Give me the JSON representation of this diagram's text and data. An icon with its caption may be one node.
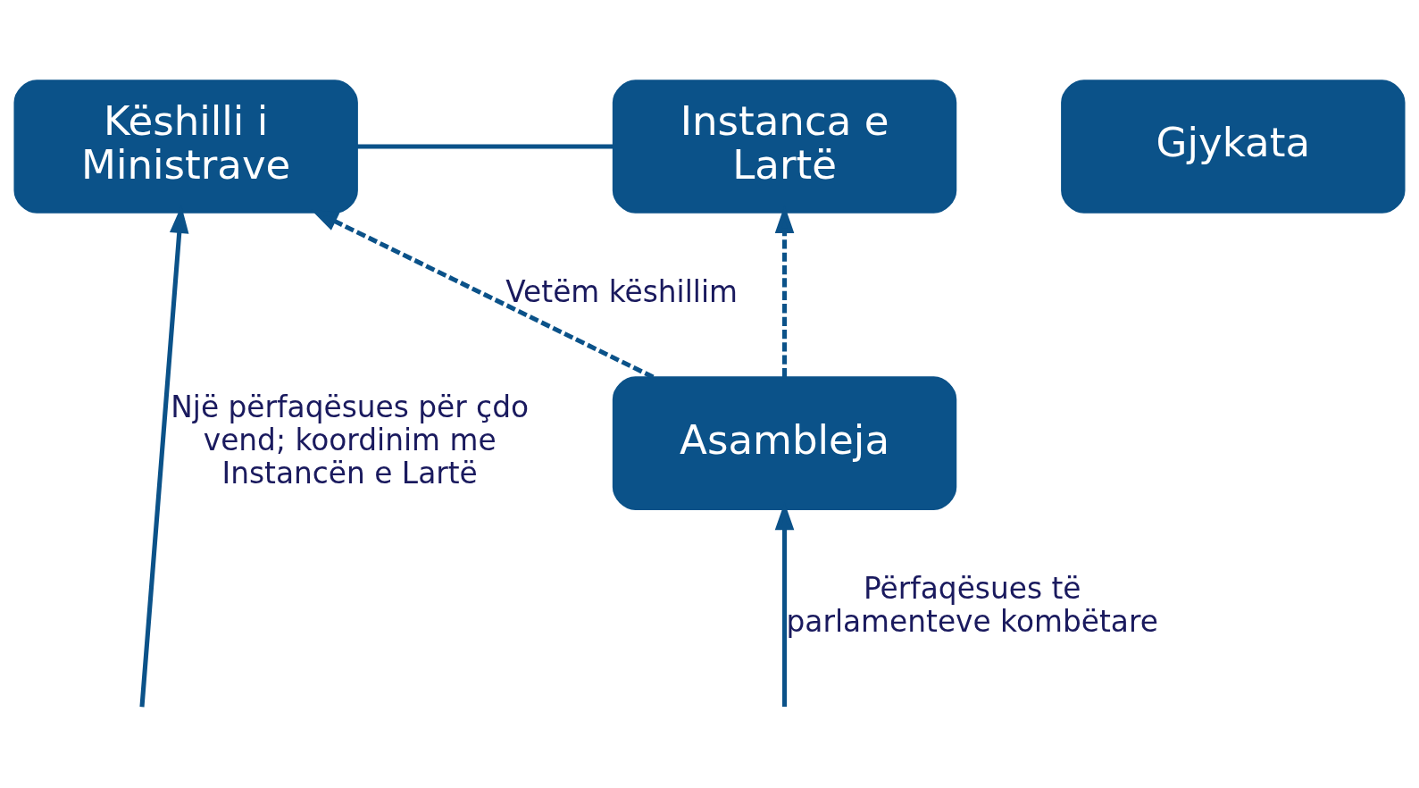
{
  "diagram": {
    "nodes": [
      {
        "text": [
          "Instanca e Lartë"
        ]
      },
      {
        "text": [
          "Këshilli i Ministrave"
        ]
      },
      {
        "text": [
          "Gjykata"
        ]
      },
      {
        "text": [
          "Asambleja"
        ]
      }
    ],
    "edges": [
      {
        "from": 0,
        "to": 1,
        "arrow": "none"
      },
      {
        "from": 3,
        "to": 0,
        "arrow": "to",
        "style": "dashed"
      },
      {
        "from": 3,
        "to": 1,
        "arrow": "to",
        "style": "dashed",
        "label": "Vetëm këshillim"
      },
      {
        "from": null,
        "to": 3,
        "arrow": "to",
        "label": "Përfaqësues të parlamenteve kombëtare"
      },
      {
        "from": null,
        "to": 1,
        "arrow": "to",
        "label": "Një përfaqësues për çdo vend; koordinim me Instancën e Lartë"
      }
    ]
  }
}
